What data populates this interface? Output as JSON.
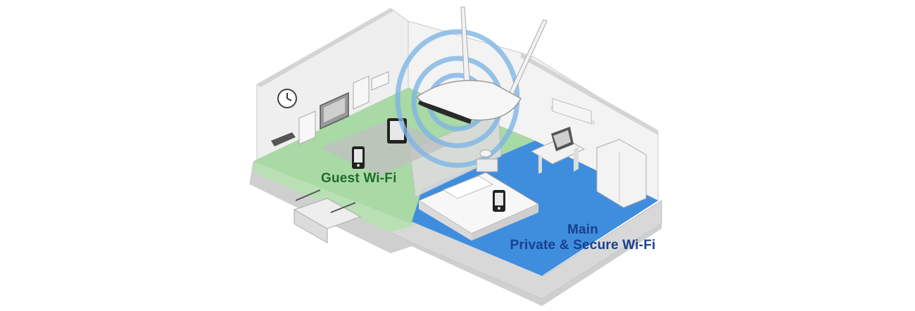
{
  "zones": {
    "guest": {
      "label": "Guest Wi-Fi",
      "color": "#1f6b2c",
      "floor_color": "#a9d9a4"
    },
    "main": {
      "title": "Main",
      "subtitle": "Private & Secure Wi-Fi",
      "color": "#1a3f8f",
      "floor_color": "#3f8ede"
    }
  },
  "colors": {
    "wall": "#ededed",
    "wall_edge": "#c4c4c4",
    "signal_rings": "#7fb6e6",
    "router": "#f4f4f4"
  },
  "icons": [
    "router-icon",
    "wifi-signal-icon",
    "tablet-icon",
    "smartphone-icon",
    "laptop-icon",
    "clock-icon",
    "tv-icon",
    "bed-icon",
    "wardrobe-icon",
    "lamp-icon"
  ]
}
